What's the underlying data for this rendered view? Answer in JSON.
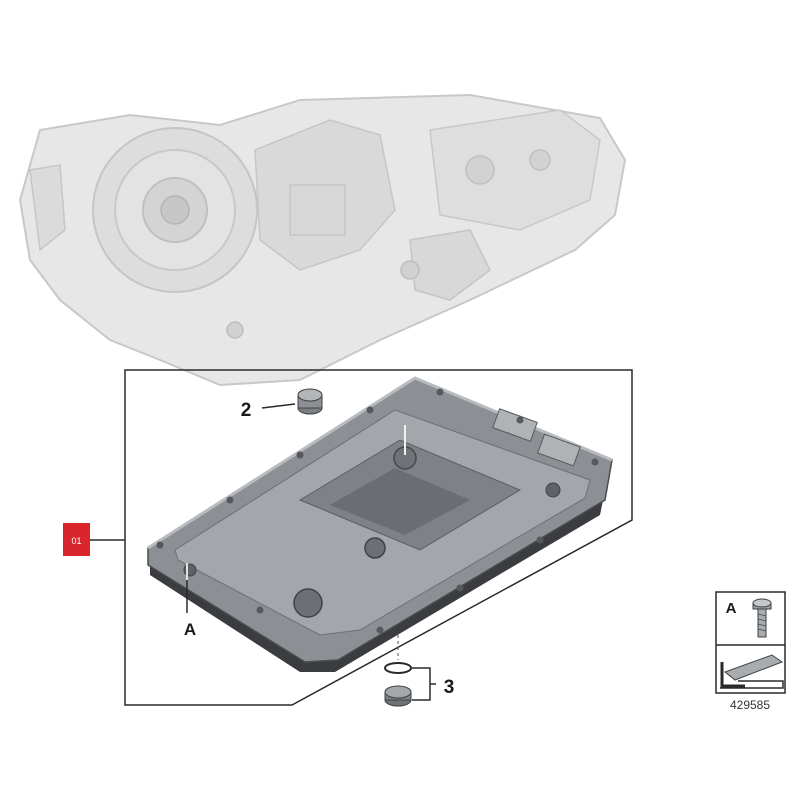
{
  "callouts": {
    "ref_badge": "01",
    "part_2": "2",
    "part_3": "3",
    "mark_a": "A"
  },
  "legend": {
    "key_letter": "A"
  },
  "figure_number": "429585",
  "colors": {
    "badge_red": "#d9262c",
    "outline": "#2a2a2a",
    "transmission_ghost": "#d4d4d4",
    "pan_body": "#8c8f93",
    "pan_dark": "#3a3c40"
  }
}
